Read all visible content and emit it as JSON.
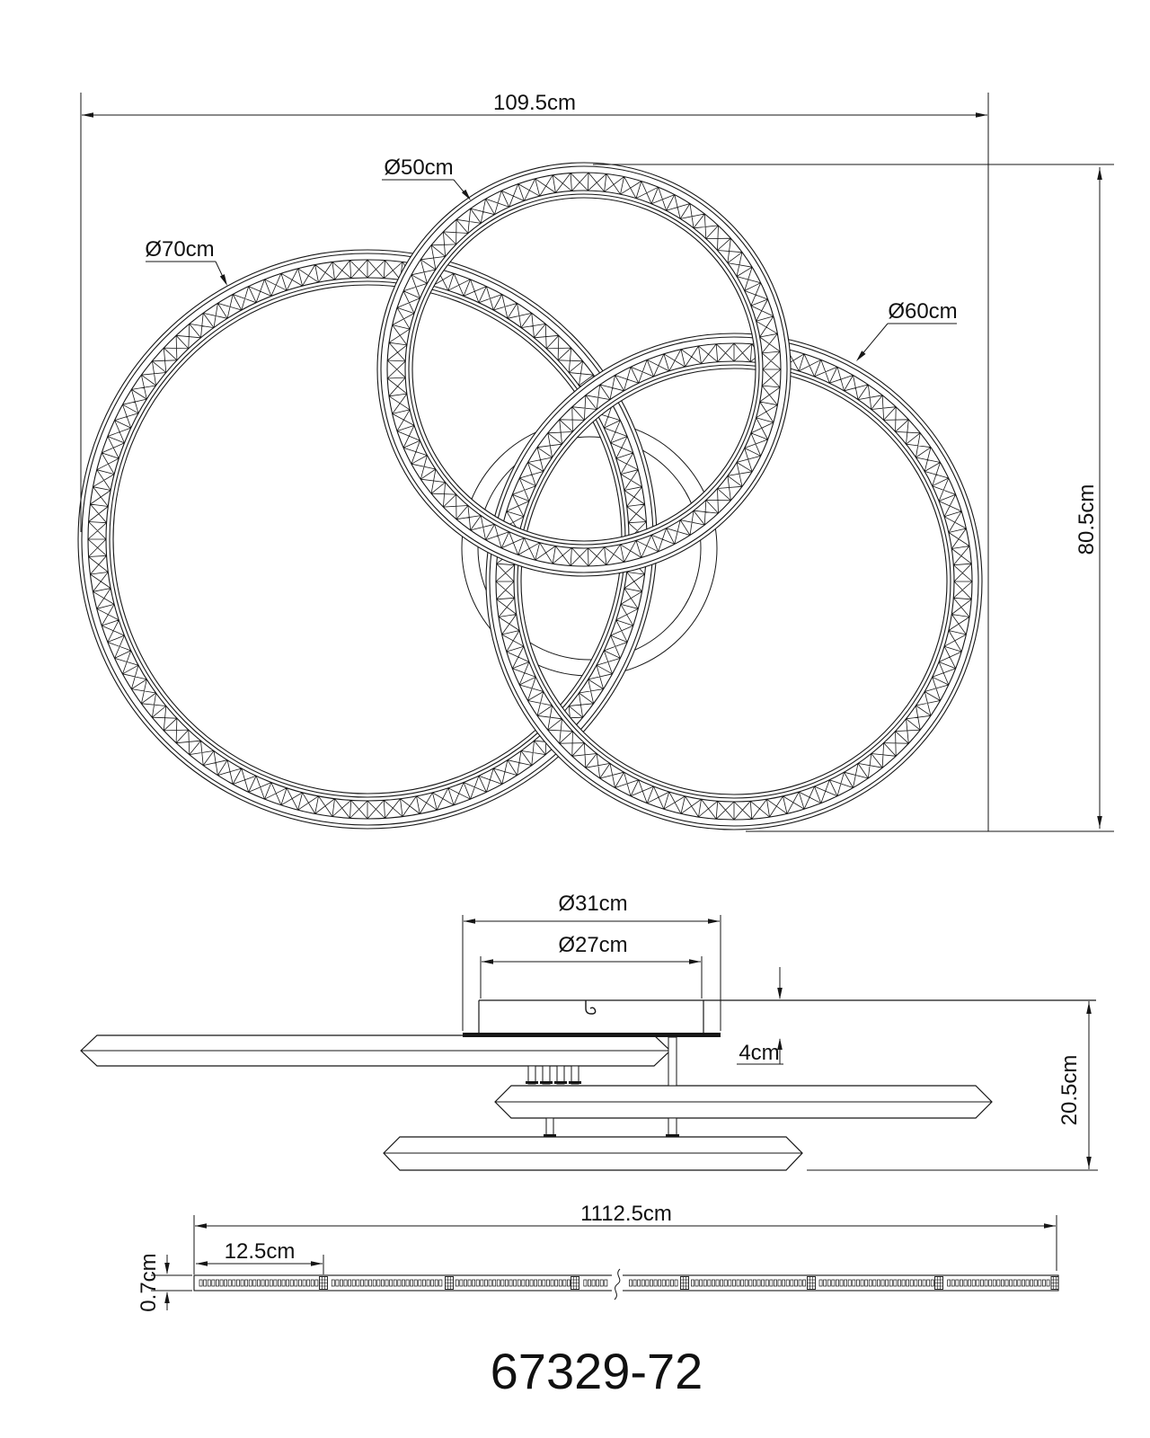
{
  "drawing": {
    "product_code": "67329-72",
    "top_view": {
      "overall_width": "109.5cm",
      "overall_height": "80.5cm",
      "ring_70_label": "Ø70cm",
      "ring_50_label": "Ø50cm",
      "ring_60_label": "Ø60cm"
    },
    "side_view": {
      "canopy_outer_diameter": "Ø31cm",
      "canopy_inner_diameter": "Ø27cm",
      "canopy_height": "4cm",
      "fixture_height": "20.5cm"
    },
    "led_strip_view": {
      "total_length": "1112.5cm",
      "segment_length": "12.5cm",
      "strip_height": "0.7cm"
    }
  }
}
